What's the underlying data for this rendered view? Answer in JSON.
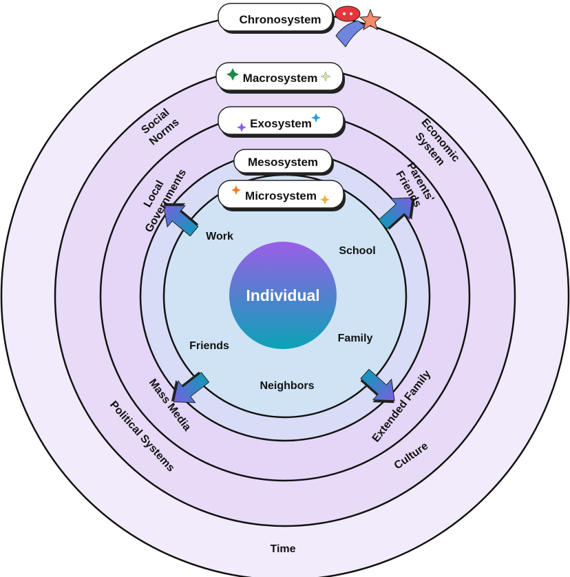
{
  "systems": {
    "chronosystem": "Chronosystem",
    "macrosystem": "Macrosystem",
    "exosystem": "Exosystem",
    "mesosystem": "Mesosystem",
    "microsystem": "Microsystem"
  },
  "center": "Individual",
  "micro_items": [
    "Work",
    "School",
    "Friends",
    "Family",
    "Neighbors"
  ],
  "meso_items": {
    "local_governments": "Local Governments",
    "parents_friends": "Parents' Friends",
    "mass_media": "Mass Media",
    "extended_family": "Extended Family"
  },
  "macro_items": {
    "social_norms": "Social Norms",
    "economic_system": "Economic System",
    "political_systems": "Political Systems",
    "culture": "Culture"
  },
  "chrono_items": {
    "time": "Time"
  },
  "colors": {
    "ring_chrono": "#f1ebfb",
    "ring_macro": "#e7dbf8",
    "ring_exo": "#e4d6f6",
    "ring_meso": "#d9dcf6",
    "ring_micro": "#d0e3f4",
    "center_top": "#9a5ee6",
    "center_bottom": "#0ba3b6"
  }
}
